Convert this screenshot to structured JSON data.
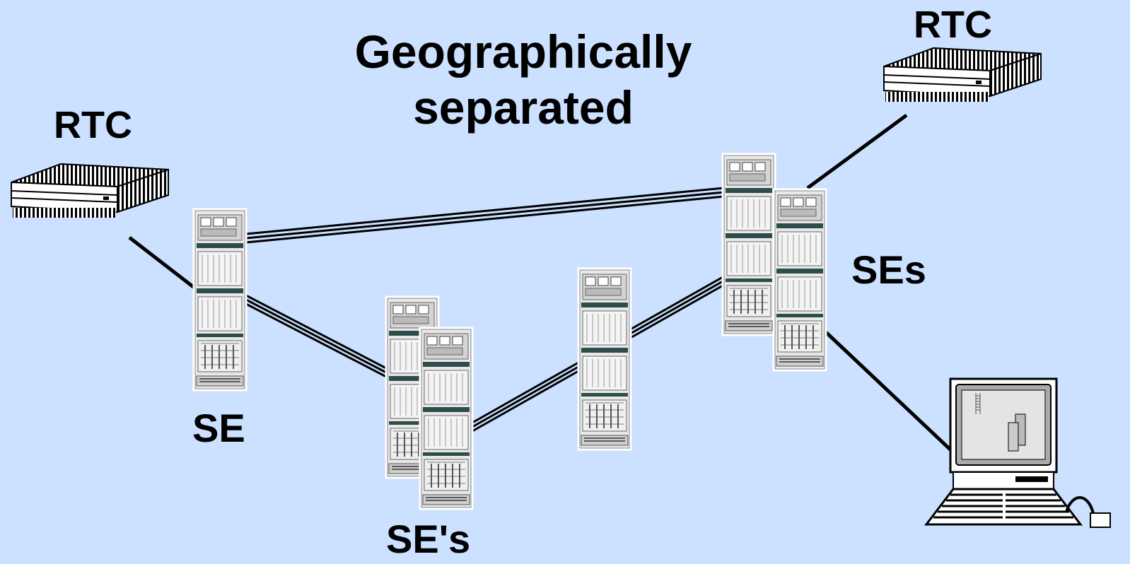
{
  "title": {
    "line1": "Geographically",
    "line2": "separated"
  },
  "labels": {
    "rtc_left": "RTC",
    "rtc_right": "RTC",
    "se_single": "SE",
    "ses_pair": "SE's",
    "ses_right": "SEs"
  },
  "colors": {
    "background": "#cce0ff",
    "ink": "#000000",
    "rack": "#e6e6e6"
  },
  "icons": [
    "router-icon",
    "server-rack-icon",
    "workstation-icon"
  ]
}
